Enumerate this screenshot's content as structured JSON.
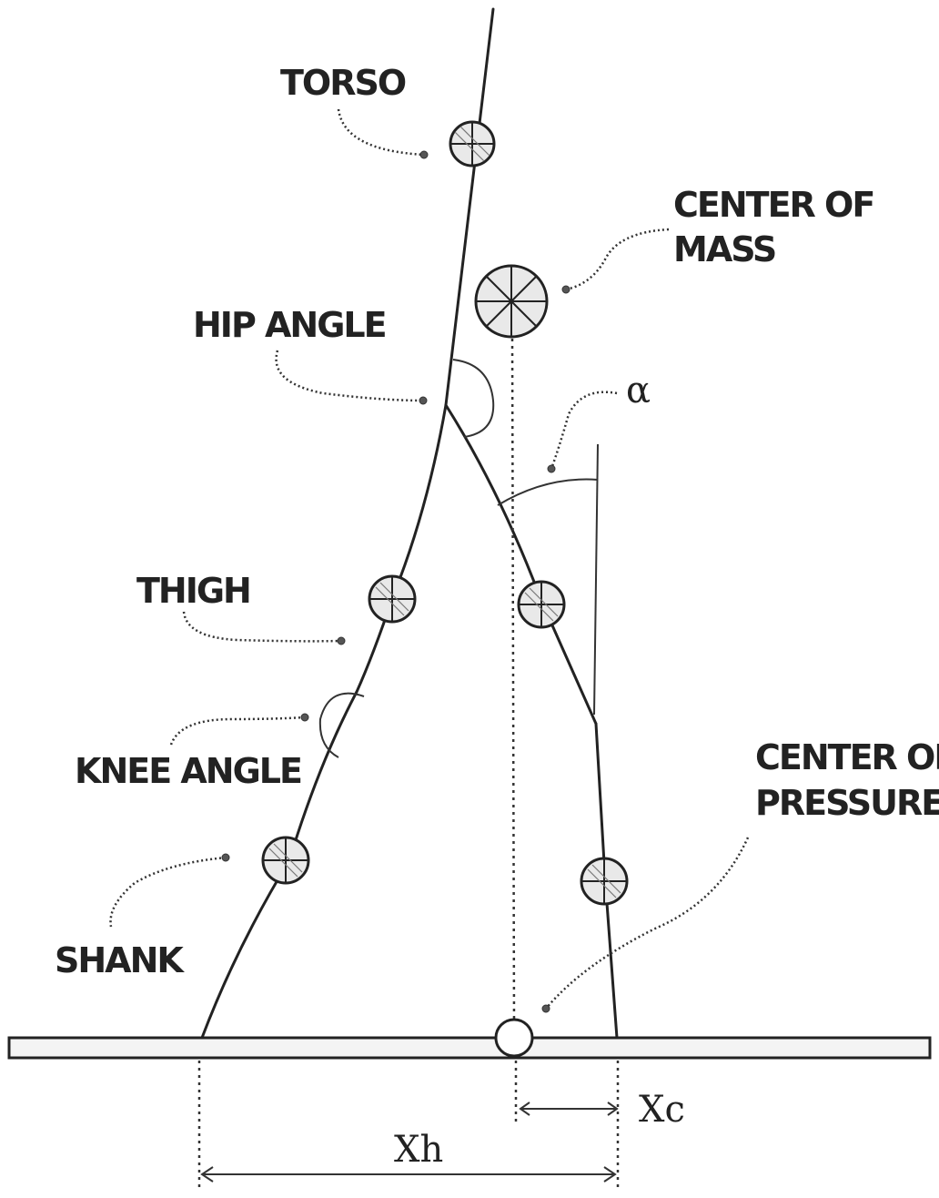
{
  "labels": {
    "torso": "TORSO",
    "center_of_mass_line1": "CENTER OF",
    "center_of_mass_line2": "MASS",
    "hip_angle": "HIP ANGLE",
    "alpha": "α",
    "thigh": "THIGH",
    "knee_angle": "KNEE ANGLE",
    "center_of_pressure_line1": "CENTER OF",
    "center_of_pressure_line2": "PRESSURE",
    "shank": "SHANK",
    "xc": "Xc",
    "xh": "Xh"
  }
}
